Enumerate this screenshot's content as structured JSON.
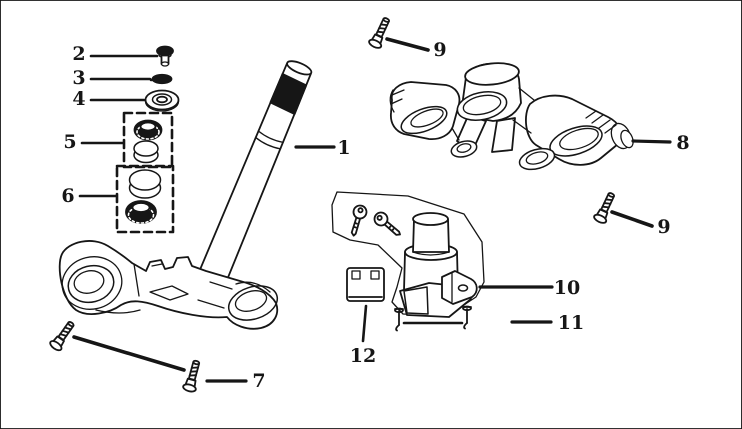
{
  "diagram": {
    "title": "steering-stem-and-brackets-parts-diagram",
    "background_color": "#ffffff",
    "line_color": "#161616",
    "callouts": [
      {
        "label": "1"
      },
      {
        "label": "2"
      },
      {
        "label": "3"
      },
      {
        "label": "4"
      },
      {
        "label": "5"
      },
      {
        "label": "6"
      },
      {
        "label": "7"
      },
      {
        "label": "8"
      },
      {
        "label": "9"
      },
      {
        "label": "9"
      },
      {
        "label": "10"
      },
      {
        "label": "11"
      },
      {
        "label": "12"
      }
    ]
  }
}
